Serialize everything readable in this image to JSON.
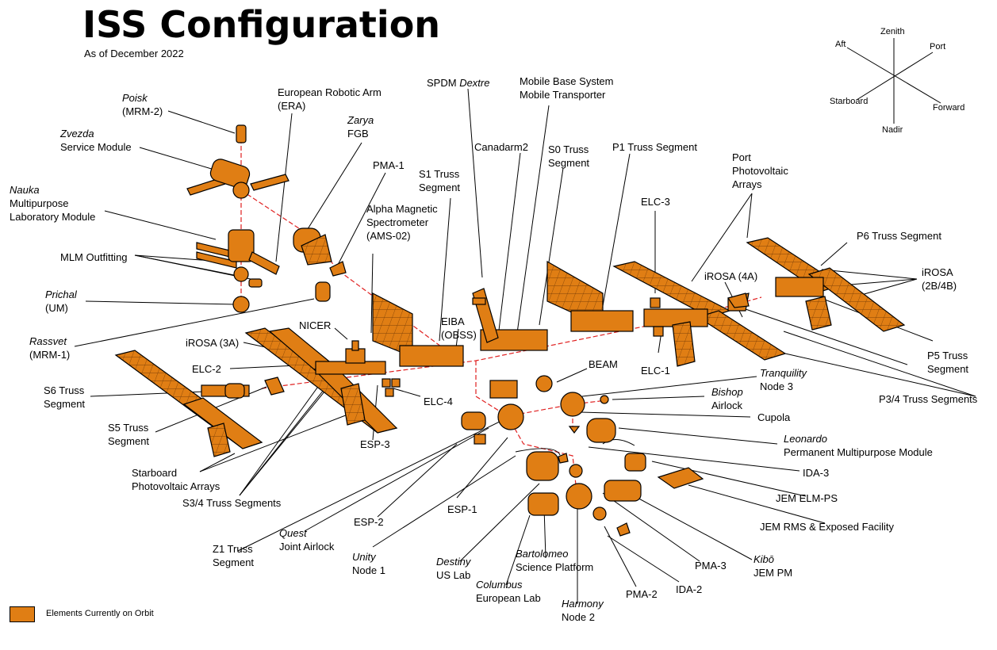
{
  "title": "ISS Configuration",
  "subtitle": "As of December 2022",
  "colors": {
    "module_fill": "#e07e14",
    "module_stroke": "#000000",
    "connector_line": "#e02020",
    "leader_line": "#000000"
  },
  "axes": {
    "zenith": "Zenith",
    "nadir": "Nadir",
    "port": "Port",
    "starboard": "Starboard",
    "aft": "Aft",
    "forward": "Forward"
  },
  "legend": {
    "label": "Elements Currently on Orbit"
  },
  "labels": {
    "poisk": {
      "italic": "Poisk",
      "regular": "(MRM-2)"
    },
    "zvezda": {
      "italic": "Zvezda",
      "regular": "Service Module"
    },
    "nauka": {
      "italic": "Nauka",
      "regular": "Multipurpose",
      "regular2": "Laboratory Module"
    },
    "mlm_outfitting": {
      "regular": "MLM Outfitting"
    },
    "prichal": {
      "italic": "Prichal",
      "regular": "(UM)"
    },
    "rassvet": {
      "italic": "Rassvet",
      "regular": "(MRM-1)"
    },
    "era": {
      "regular": "European Robotic Arm",
      "regular2": "(ERA)"
    },
    "zarya": {
      "italic": "Zarya",
      "regular": "FGB"
    },
    "pma1": {
      "regular": "PMA-1"
    },
    "s1": {
      "regular": "S1 Truss",
      "regular2": "Segment"
    },
    "ams": {
      "regular": "Alpha Magnetic",
      "regular2": "Spectrometer",
      "regular3": "(AMS-02)"
    },
    "spdm": {
      "regular": "SPDM",
      "italic_inline": "Dextre"
    },
    "mbs": {
      "regular": "Mobile Base System",
      "regular2": "Mobile Transporter"
    },
    "canadarm2": {
      "regular": "Canadarm2"
    },
    "s0": {
      "regular": "S0 Truss",
      "regular2": "Segment"
    },
    "p1": {
      "regular": "P1 Truss Segment"
    },
    "port_pv": {
      "regular": "Port",
      "regular2": "Photovoltaic",
      "regular3": "Arrays"
    },
    "elc3": {
      "regular": "ELC-3"
    },
    "p6": {
      "regular": "P6 Truss Segment"
    },
    "irosa_4a": {
      "regular": "iROSA (4A)"
    },
    "irosa_2b4b": {
      "regular": "iROSA",
      "regular2": "(2B/4B)"
    },
    "nicer": {
      "regular": "NICER"
    },
    "irosa_3a": {
      "regular": "iROSA (3A)"
    },
    "eiba": {
      "regular": "EIBA",
      "regular2": "(OBSS)"
    },
    "elc2": {
      "regular": "ELC-2"
    },
    "elc1": {
      "regular": "ELC-1"
    },
    "beam": {
      "regular": "BEAM"
    },
    "tranquility": {
      "italic": "Tranquility",
      "regular": "Node 3"
    },
    "p5": {
      "regular": "P5 Truss",
      "regular2": "Segment"
    },
    "p34": {
      "regular": "P3/4 Truss Segments"
    },
    "s6": {
      "regular": "S6 Truss",
      "regular2": "Segment"
    },
    "elc4": {
      "regular": "ELC-4"
    },
    "bishop": {
      "italic": "Bishop",
      "regular": "Airlock"
    },
    "cupola": {
      "regular": "Cupola"
    },
    "s5": {
      "regular": "S5 Truss",
      "regular2": "Segment"
    },
    "esp3": {
      "regular": "ESP-3"
    },
    "leonardo": {
      "italic": "Leonardo",
      "regular": "Permanent Multipurpose Module"
    },
    "starboard_pv": {
      "regular": "Starboard",
      "regular2": "Photovoltaic Arrays"
    },
    "ida3": {
      "regular": "IDA-3"
    },
    "jem_elm": {
      "regular": "JEM ELM-PS"
    },
    "s34": {
      "regular": "S3/4 Truss Segments"
    },
    "esp1": {
      "regular": "ESP-1"
    },
    "esp2": {
      "regular": "ESP-2"
    },
    "jem_rms": {
      "regular": "JEM RMS & Exposed Facility"
    },
    "quest": {
      "italic": "Quest",
      "regular": "Joint Airlock"
    },
    "z1": {
      "regular": "Z1 Truss",
      "regular2": "Segment"
    },
    "unity": {
      "italic": "Unity",
      "regular": "Node 1"
    },
    "destiny": {
      "italic": "Destiny",
      "regular": "US Lab"
    },
    "bartolomeo": {
      "italic": "Bartolomeo",
      "regular": "Science Platform"
    },
    "pma3": {
      "regular": "PMA-3"
    },
    "kibo": {
      "italic": "Kibō",
      "regular": "JEM PM"
    },
    "ida2": {
      "regular": "IDA-2"
    },
    "pma2": {
      "regular": "PMA-2"
    },
    "columbus": {
      "italic": "Columbus",
      "regular": "European Lab"
    },
    "harmony": {
      "italic": "Harmony",
      "regular": "Node 2"
    }
  }
}
